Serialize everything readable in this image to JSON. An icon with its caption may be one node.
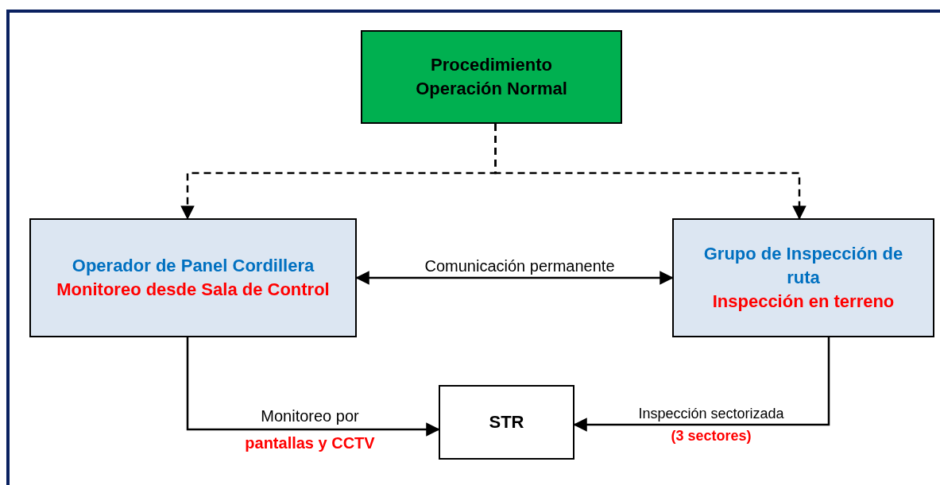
{
  "diagram": {
    "nodes": [
      {
        "text": [
          "Procedimiento Operación Normal"
        ]
      },
      {
        "text": [
          "Operador de Panel Cordillera",
          "Monitoreo desde Sala de Control"
        ]
      },
      {
        "text": [
          "Grupo de Inspección de ruta",
          "Inspección en terreno"
        ]
      },
      {
        "text": [
          "STR"
        ]
      }
    ],
    "edges": [
      {
        "from": 0,
        "to": 1,
        "arrow": "to",
        "style": "dashed"
      },
      {
        "from": 0,
        "to": 2,
        "arrow": "to",
        "style": "dashed"
      },
      {
        "from": 1,
        "to": 2,
        "arrow": "both",
        "label": "Comunicación permanente"
      },
      {
        "from": 1,
        "to": 3,
        "arrow": "to",
        "label": "Monitoreo por **pantallas y CCTV**"
      },
      {
        "from": 2,
        "to": 3,
        "arrow": "to",
        "label": "Inspección sectorizada **(3 sectores)**"
      }
    ]
  }
}
